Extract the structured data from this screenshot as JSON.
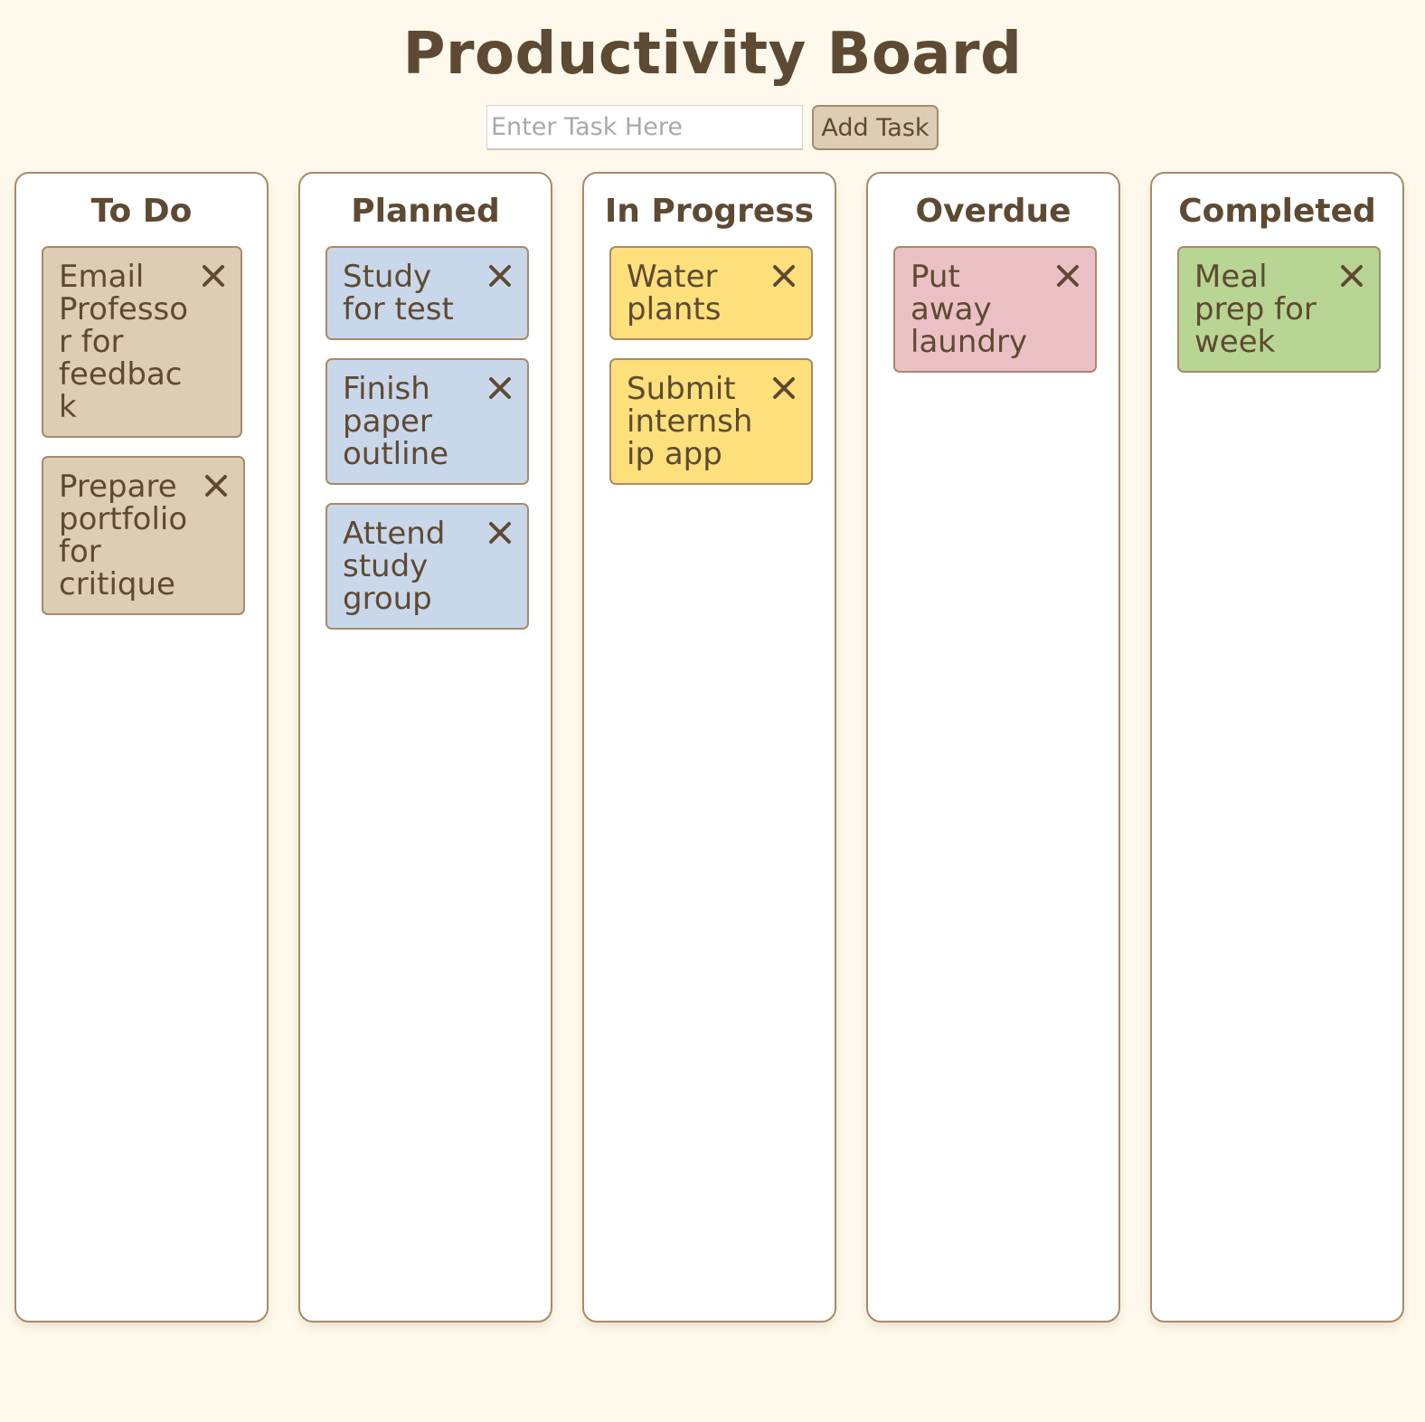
{
  "header": {
    "title": "Productivity Board"
  },
  "add_form": {
    "placeholder": "Enter Task Here",
    "value": "",
    "button_label": "Add Task"
  },
  "icons": {
    "delete": "close-x-icon"
  },
  "colors": {
    "background": "#fef9ec",
    "text": "#5e4a32",
    "border": "#a88a6a",
    "todo": "#dccdb4",
    "planned": "#c9d7ea",
    "in_progress": "#fde07c",
    "overdue": "#ebc0c4",
    "completed": "#b8d593"
  },
  "columns": {
    "todo": {
      "title": "To Do",
      "cards": [
        "Email Professor for feedback",
        "Prepare portfolio for critique"
      ]
    },
    "planned": {
      "title": "Planned",
      "cards": [
        "Study for test",
        "Finish paper outline",
        "Attend study group"
      ]
    },
    "in_progress": {
      "title": "In Progress",
      "cards": [
        "Water plants",
        "Submit internship app"
      ]
    },
    "overdue": {
      "title": "Overdue",
      "cards": [
        "Put away laundry"
      ]
    },
    "completed": {
      "title": "Completed",
      "cards": [
        "Meal prep for week"
      ]
    }
  }
}
